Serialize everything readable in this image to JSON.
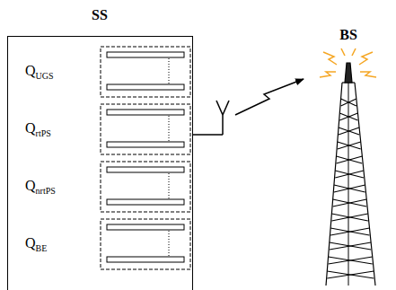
{
  "diagram": {
    "nodes": [
      {
        "text": [
          "SS"
        ]
      },
      {
        "text": [
          "BS"
        ]
      }
    ],
    "edges": [
      {
        "from": 0,
        "to": 1,
        "arrow": "to"
      }
    ],
    "labels": [
      "Q",
      "UGS",
      "Q",
      "rtPS",
      "Q",
      "nrtPS",
      "Q",
      "BE"
    ]
  }
}
